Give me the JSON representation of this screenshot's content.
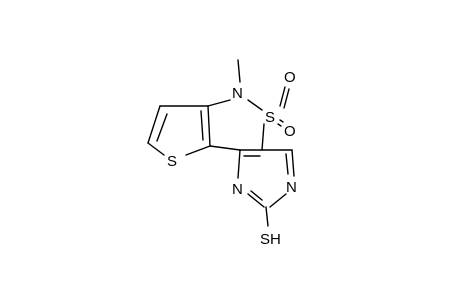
{
  "molecule": {
    "atoms": {
      "methyl": "—",
      "n_ring": "N",
      "s_sulfonyl": "S",
      "o_upper": "O",
      "o_lower": "O",
      "s_thiophene": "S",
      "n_lower_left": "N",
      "n_right": "N",
      "sh_group": "SH"
    },
    "colors": {
      "bond": "#000000",
      "label": "#000000",
      "background": "#ffffff"
    }
  }
}
